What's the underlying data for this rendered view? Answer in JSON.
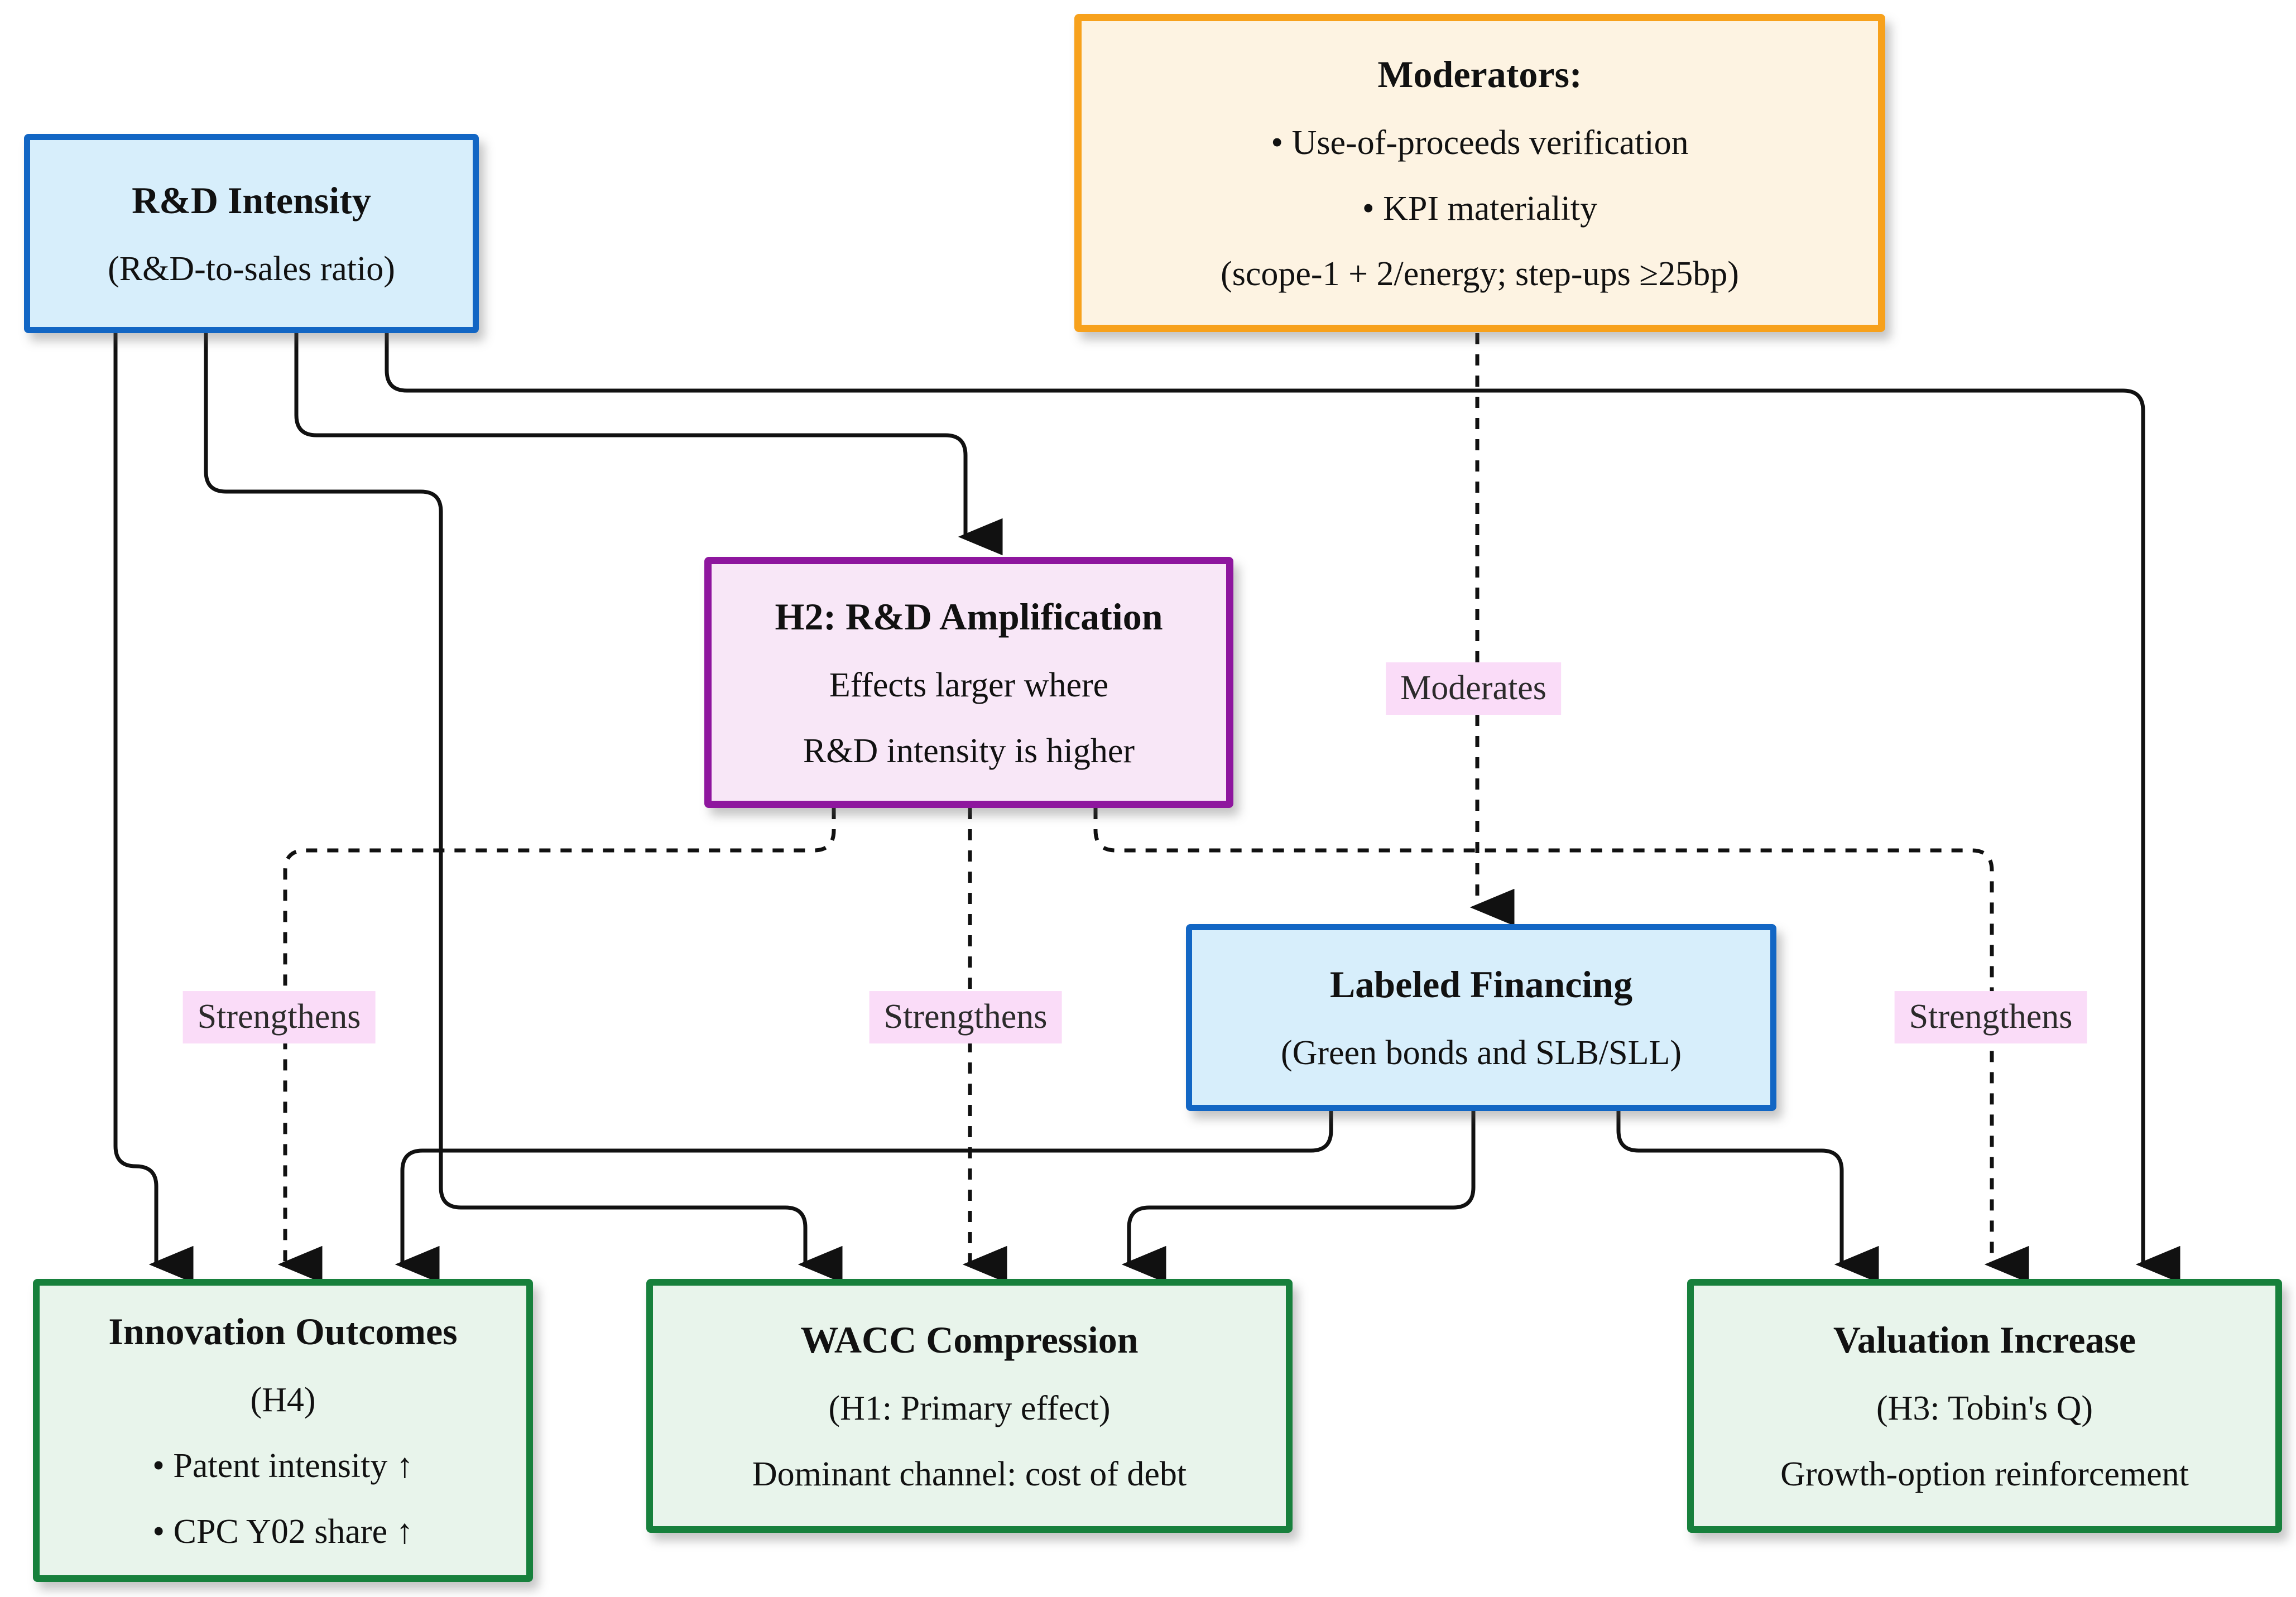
{
  "diagram": {
    "nodes": {
      "rnd_intensity": {
        "title": "R&D Intensity",
        "lines": [
          "(R&D-to-sales ratio)"
        ]
      },
      "moderators": {
        "title": "Moderators:",
        "lines": [
          "• Use-of-proceeds verification",
          "• KPI materiality",
          "(scope-1 + 2/energy; step-ups ≥25bp)"
        ]
      },
      "h2_amplification": {
        "title": "H2: R&D Amplification",
        "lines": [
          "Effects larger where",
          "R&D intensity is higher"
        ]
      },
      "labeled_financing": {
        "title": "Labeled Financing",
        "lines": [
          "(Green bonds and SLB/SLL)"
        ]
      },
      "innovation_outcomes": {
        "title": "Innovation Outcomes",
        "lines": [
          "(H4)",
          "• Patent intensity ↑",
          "• CPC Y02 share ↑"
        ]
      },
      "wacc_compression": {
        "title": "WACC Compression",
        "lines": [
          "(H1: Primary effect)",
          "Dominant channel: cost of debt"
        ]
      },
      "valuation_increase": {
        "title": "Valuation Increase",
        "lines": [
          "(H3: Tobin's Q)",
          "Growth-option reinforcement"
        ]
      }
    },
    "edge_labels": {
      "moderates": "Moderates",
      "strengthens_left": "Strengthens",
      "strengthens_center": "Strengthens",
      "strengthens_right": "Strengthens"
    },
    "colors": {
      "blue_border": "#1266c4",
      "blue_fill": "#d7eefb",
      "orange_border": "#f7a11c",
      "orange_fill": "#fdf3e2",
      "purple_border": "#8e169e",
      "purple_fill": "#f8e7f7",
      "green_border": "#17803c",
      "green_fill": "#e8f4eb",
      "edge_label_bg": "#fadcf8",
      "edge_color": "#111111"
    }
  }
}
